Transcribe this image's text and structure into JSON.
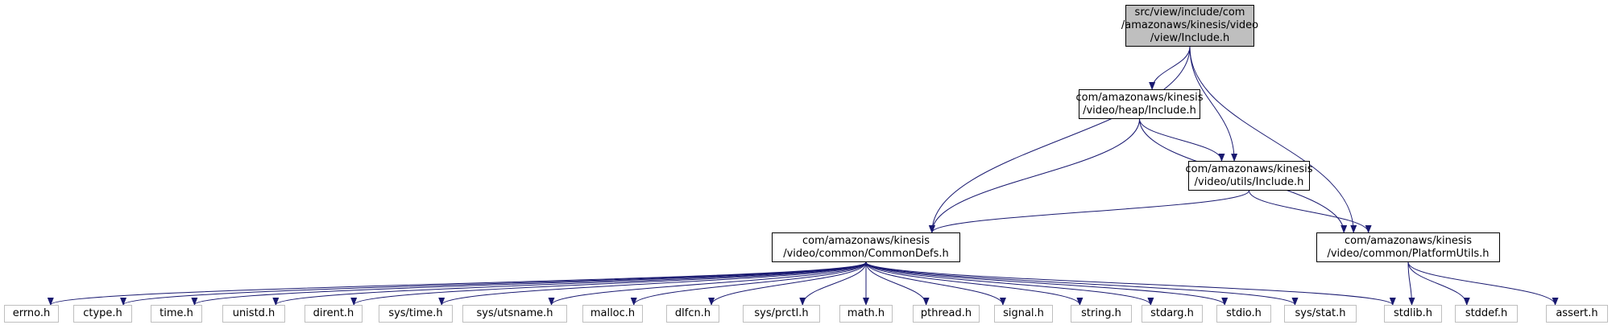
{
  "colors": {
    "edge": "#191970",
    "node_border": "#000000",
    "external_border": "#bfbfbf",
    "root_fill": "#bfbfbf",
    "background": "#ffffff"
  },
  "nodes": [
    {
      "id": "view_include",
      "label": "src/view/include/com\n/amazonaws/kinesis/video\n/view/Include.h",
      "kind": "root"
    },
    {
      "id": "heap_include",
      "label": "com/amazonaws/kinesis\n/video/heap/Include.h",
      "kind": "internal"
    },
    {
      "id": "utils_include",
      "label": "com/amazonaws/kinesis\n/video/utils/Include.h",
      "kind": "internal"
    },
    {
      "id": "commondefs",
      "label": "com/amazonaws/kinesis\n/video/common/CommonDefs.h",
      "kind": "internal"
    },
    {
      "id": "platformutils",
      "label": "com/amazonaws/kinesis\n/video/common/PlatformUtils.h",
      "kind": "internal"
    },
    {
      "id": "errno",
      "label": "errno.h",
      "kind": "external"
    },
    {
      "id": "ctype",
      "label": "ctype.h",
      "kind": "external"
    },
    {
      "id": "time",
      "label": "time.h",
      "kind": "external"
    },
    {
      "id": "unistd",
      "label": "unistd.h",
      "kind": "external"
    },
    {
      "id": "dirent",
      "label": "dirent.h",
      "kind": "external"
    },
    {
      "id": "systime",
      "label": "sys/time.h",
      "kind": "external"
    },
    {
      "id": "sysutsname",
      "label": "sys/utsname.h",
      "kind": "external"
    },
    {
      "id": "malloc",
      "label": "malloc.h",
      "kind": "external"
    },
    {
      "id": "dlfcn",
      "label": "dlfcn.h",
      "kind": "external"
    },
    {
      "id": "sysprctl",
      "label": "sys/prctl.h",
      "kind": "external"
    },
    {
      "id": "math",
      "label": "math.h",
      "kind": "external"
    },
    {
      "id": "pthread",
      "label": "pthread.h",
      "kind": "external"
    },
    {
      "id": "signal",
      "label": "signal.h",
      "kind": "external"
    },
    {
      "id": "string",
      "label": "string.h",
      "kind": "external"
    },
    {
      "id": "stdarg",
      "label": "stdarg.h",
      "kind": "external"
    },
    {
      "id": "stdio",
      "label": "stdio.h",
      "kind": "external"
    },
    {
      "id": "sysstat",
      "label": "sys/stat.h",
      "kind": "external"
    },
    {
      "id": "stdlib",
      "label": "stdlib.h",
      "kind": "external"
    },
    {
      "id": "stddef",
      "label": "stddef.h",
      "kind": "external"
    },
    {
      "id": "assert",
      "label": "assert.h",
      "kind": "external"
    }
  ],
  "edges": [
    {
      "from": "view_include",
      "to": "heap_include"
    },
    {
      "from": "view_include",
      "to": "commondefs"
    },
    {
      "from": "view_include",
      "to": "utils_include"
    },
    {
      "from": "view_include",
      "to": "platformutils"
    },
    {
      "from": "heap_include",
      "to": "commondefs"
    },
    {
      "from": "heap_include",
      "to": "utils_include"
    },
    {
      "from": "heap_include",
      "to": "platformutils"
    },
    {
      "from": "utils_include",
      "to": "commondefs"
    },
    {
      "from": "utils_include",
      "to": "platformutils"
    },
    {
      "from": "commondefs",
      "to": "errno"
    },
    {
      "from": "commondefs",
      "to": "ctype"
    },
    {
      "from": "commondefs",
      "to": "time"
    },
    {
      "from": "commondefs",
      "to": "unistd"
    },
    {
      "from": "commondefs",
      "to": "dirent"
    },
    {
      "from": "commondefs",
      "to": "systime"
    },
    {
      "from": "commondefs",
      "to": "sysutsname"
    },
    {
      "from": "commondefs",
      "to": "malloc"
    },
    {
      "from": "commondefs",
      "to": "dlfcn"
    },
    {
      "from": "commondefs",
      "to": "sysprctl"
    },
    {
      "from": "commondefs",
      "to": "math"
    },
    {
      "from": "commondefs",
      "to": "pthread"
    },
    {
      "from": "commondefs",
      "to": "signal"
    },
    {
      "from": "commondefs",
      "to": "string"
    },
    {
      "from": "commondefs",
      "to": "stdarg"
    },
    {
      "from": "commondefs",
      "to": "stdio"
    },
    {
      "from": "commondefs",
      "to": "sysstat"
    },
    {
      "from": "commondefs",
      "to": "stdlib"
    },
    {
      "from": "platformutils",
      "to": "stdlib"
    },
    {
      "from": "platformutils",
      "to": "stddef"
    },
    {
      "from": "platformutils",
      "to": "assert"
    }
  ]
}
